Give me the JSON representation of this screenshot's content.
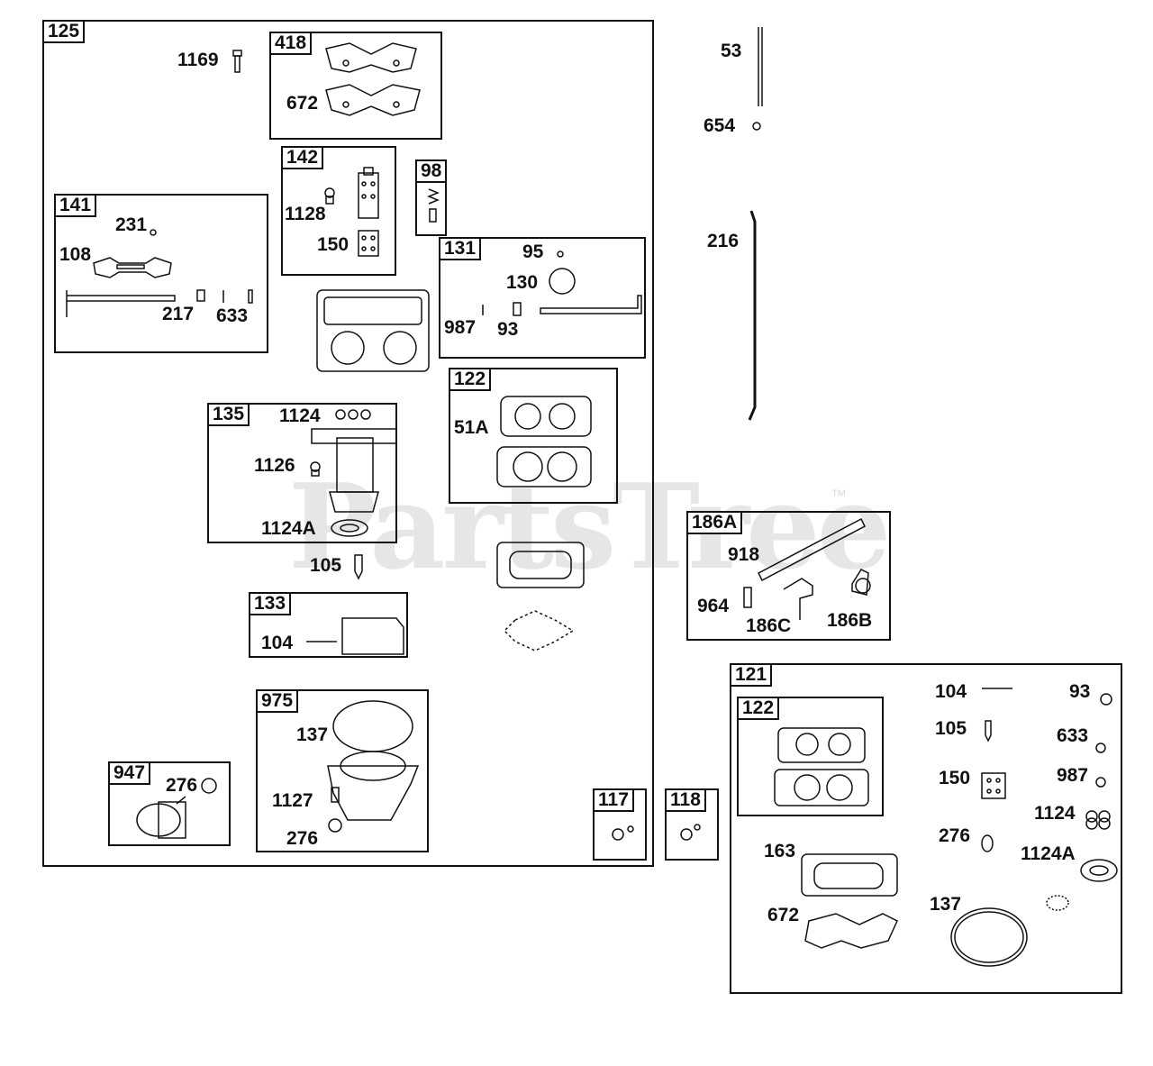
{
  "watermark": {
    "text": "PartsTree",
    "tm": "™"
  },
  "boxes": {
    "b125": "125",
    "b418": "418",
    "b142": "142",
    "b98": "98",
    "b141": "141",
    "b131": "131",
    "b122a": "122",
    "b135": "135",
    "b133": "133",
    "b975": "975",
    "b947": "947",
    "b117": "117",
    "b118": "118",
    "b186a": "186A",
    "b121": "121",
    "b122b": "122"
  },
  "labels": {
    "l1169": "1169",
    "l672a": "672",
    "l1128": "1128",
    "l150a": "150",
    "l231": "231",
    "l108": "108",
    "l217": "217",
    "l633a": "633",
    "l95": "95",
    "l130": "130",
    "l987a": "987",
    "l93a": "93",
    "l51a": "51A",
    "l1124a": "1124",
    "l1126": "1126",
    "l1124Aa": "1124A",
    "l105a": "105",
    "l104a": "104",
    "l137a": "137",
    "l1127": "1127",
    "l276a": "276",
    "l276b": "276",
    "l53": "53",
    "l654": "654",
    "l216": "216",
    "l918": "918",
    "l964": "964",
    "l186c": "186C",
    "l186b": "186B",
    "l104b": "104",
    "l93b": "93",
    "l105b": "105",
    "l633b": "633",
    "l150b": "150",
    "l987b": "987",
    "l1124b": "1124",
    "l276c": "276",
    "l1124Ab": "1124A",
    "l163": "163",
    "l672b": "672",
    "l137b": "137"
  }
}
